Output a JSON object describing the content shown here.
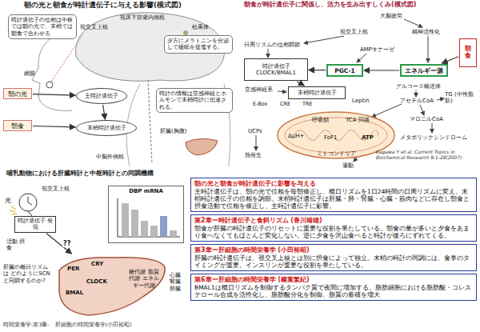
{
  "diagram": {
    "nodes": [
      {
        "text": [
          "時計遺伝子の位相は中枢では朝の光で、末梢では朝食で合わせる"
        ]
      },
      {
        "text": [
          "夕方にメラトニンを分泌して睡眠を促進する。"
        ]
      },
      {
        "text": [
          "時計の情報は交感神経とホルモンで末梢時計に伝達される。"
        ]
      },
      {
        "text": [
          "朝の光"
        ]
      },
      {
        "text": [
          "主時計遺伝子"
        ]
      },
      {
        "text": [
          "朝食"
        ]
      },
      {
        "text": [
          "末梢時計遺伝子"
        ]
      },
      {
        "text": [
          "朝食"
        ]
      },
      {
        "text": [
          "時計遺伝子 CLOCK/BMAL1"
        ]
      },
      {
        "text": [
          "PGC-1"
        ]
      },
      {
        "text": [
          "エネルギー源"
        ]
      },
      {
        "text": [
          "末梢時計遺伝子"
        ]
      },
      {
        "text": [
          "ミトコンドリア"
        ]
      },
      {
        "text": [
          "時計遺伝子 発現"
        ]
      },
      {
        "text": [
          "PER",
          "CRY",
          "CLOCK",
          "BMAL",
          "糖代謝 脂質代謝 エネルギー代謝"
        ]
      },
      {
        "text": [
          "DBP mRNA"
        ]
      },
      {
        "text": [
          "朝の光と朝食が時計遺伝子に影響を与える",
          "主時計遺伝子は、朝の光で位相を毎朝修正し、概日リズムを1日24時間の日周リズムに変え、末梢時計遺伝子の位相を調節。末梢時計遺伝子は肝臓・肺・腎臓・心臓・筋肉などに存在し朝食と摂食活動で位相を修正し、主時計遺伝子に影響。"
        ]
      },
      {
        "text": [
          "第2章ー時計遺伝子と食餌リズム (香川靖雄)",
          "朝食が肝臓の時計遺伝子のリセットに重要な役割を果たしている。朝食の量が多いと夕食をあまり食べなくてもほとんど変化しない。逆に夕食を沢山食べると時計が後ろにずれてくる。"
        ]
      },
      {
        "text": [
          "第3章ー肝細胞の時間栄養学 (小田裕昭)",
          "肝臓の時計遺伝子は、視交叉上核とは別に摂食によって独立。末梢の時計の同調には、食事のタイミングが重要。インスリンが重要な役割を果たしている。"
        ]
      },
      {
        "text": [
          "第6章ー肝細胞の時間栄養学 (榛葉繁紀)",
          "BMAL1は概日リズムを制御するタンパク質で夜間に増加する。脂肪細胞における脂肪酸・コレステロール合成を活性化し、脂肪酸分化を制御、脂質の蓄積を増大"
        ]
      }
    ],
    "edges": [
      {
        "from": 3,
        "to": 4,
        "arrow": "to"
      },
      {
        "from": 5,
        "to": 6,
        "arrow": "to"
      },
      {
        "from": 4,
        "to": 6,
        "arrow": "to"
      },
      {
        "from": 7,
        "to": 10,
        "arrow": "to"
      },
      {
        "from": 10,
        "to": 9,
        "arrow": "to"
      },
      {
        "from": 9,
        "to": 8,
        "arrow": "to"
      },
      {
        "from": 8,
        "to": 11,
        "arrow": "to"
      },
      {
        "from": 13,
        "to": 14,
        "label": "??",
        "arrow": "to"
      }
    ],
    "labels": [
      "朝の光と朝食が時計遺伝子に与える影響(模式図)",
      "視交叉上核",
      "視床下部背内側核",
      "松果体",
      "網膜",
      "肝臓(胸腹)",
      "中脳外側核",
      "朝食が時計遺伝子に関係し、活力を生み出すしくみ(模式図)",
      "大脳疲労",
      "視交叉上核",
      "精神活性化",
      "日周リズムの位相調節",
      "AMPキナーゼ",
      "交感神経系",
      "グルコース輸送体",
      "E-Box",
      "CRE",
      "TRE",
      "Leptin",
      "アセチルCoA",
      "TG (中性脂肪)",
      "呼吸鎖",
      "TCA 回路",
      "マロニルCoA",
      "UCPs",
      "ΔμH+",
      "FoF1",
      "ATP",
      "熱発生",
      "運動",
      "メタボリックシンドローム",
      "Kagawa Y et al. Current Topics in Biochemical Research 9:1-28(2007)",
      "哺乳動物における肝臓時計と中枢時計との同調機構",
      "視交叉上核",
      "光",
      "活動 摂食",
      "肝臓の概日リズムは どのようにSCNと同調するのか?",
      "心臓 腎臓 肺臓",
      "時間栄養学-第3章-　肝細胞の時間栄養学(小田裕昭)"
    ]
  }
}
